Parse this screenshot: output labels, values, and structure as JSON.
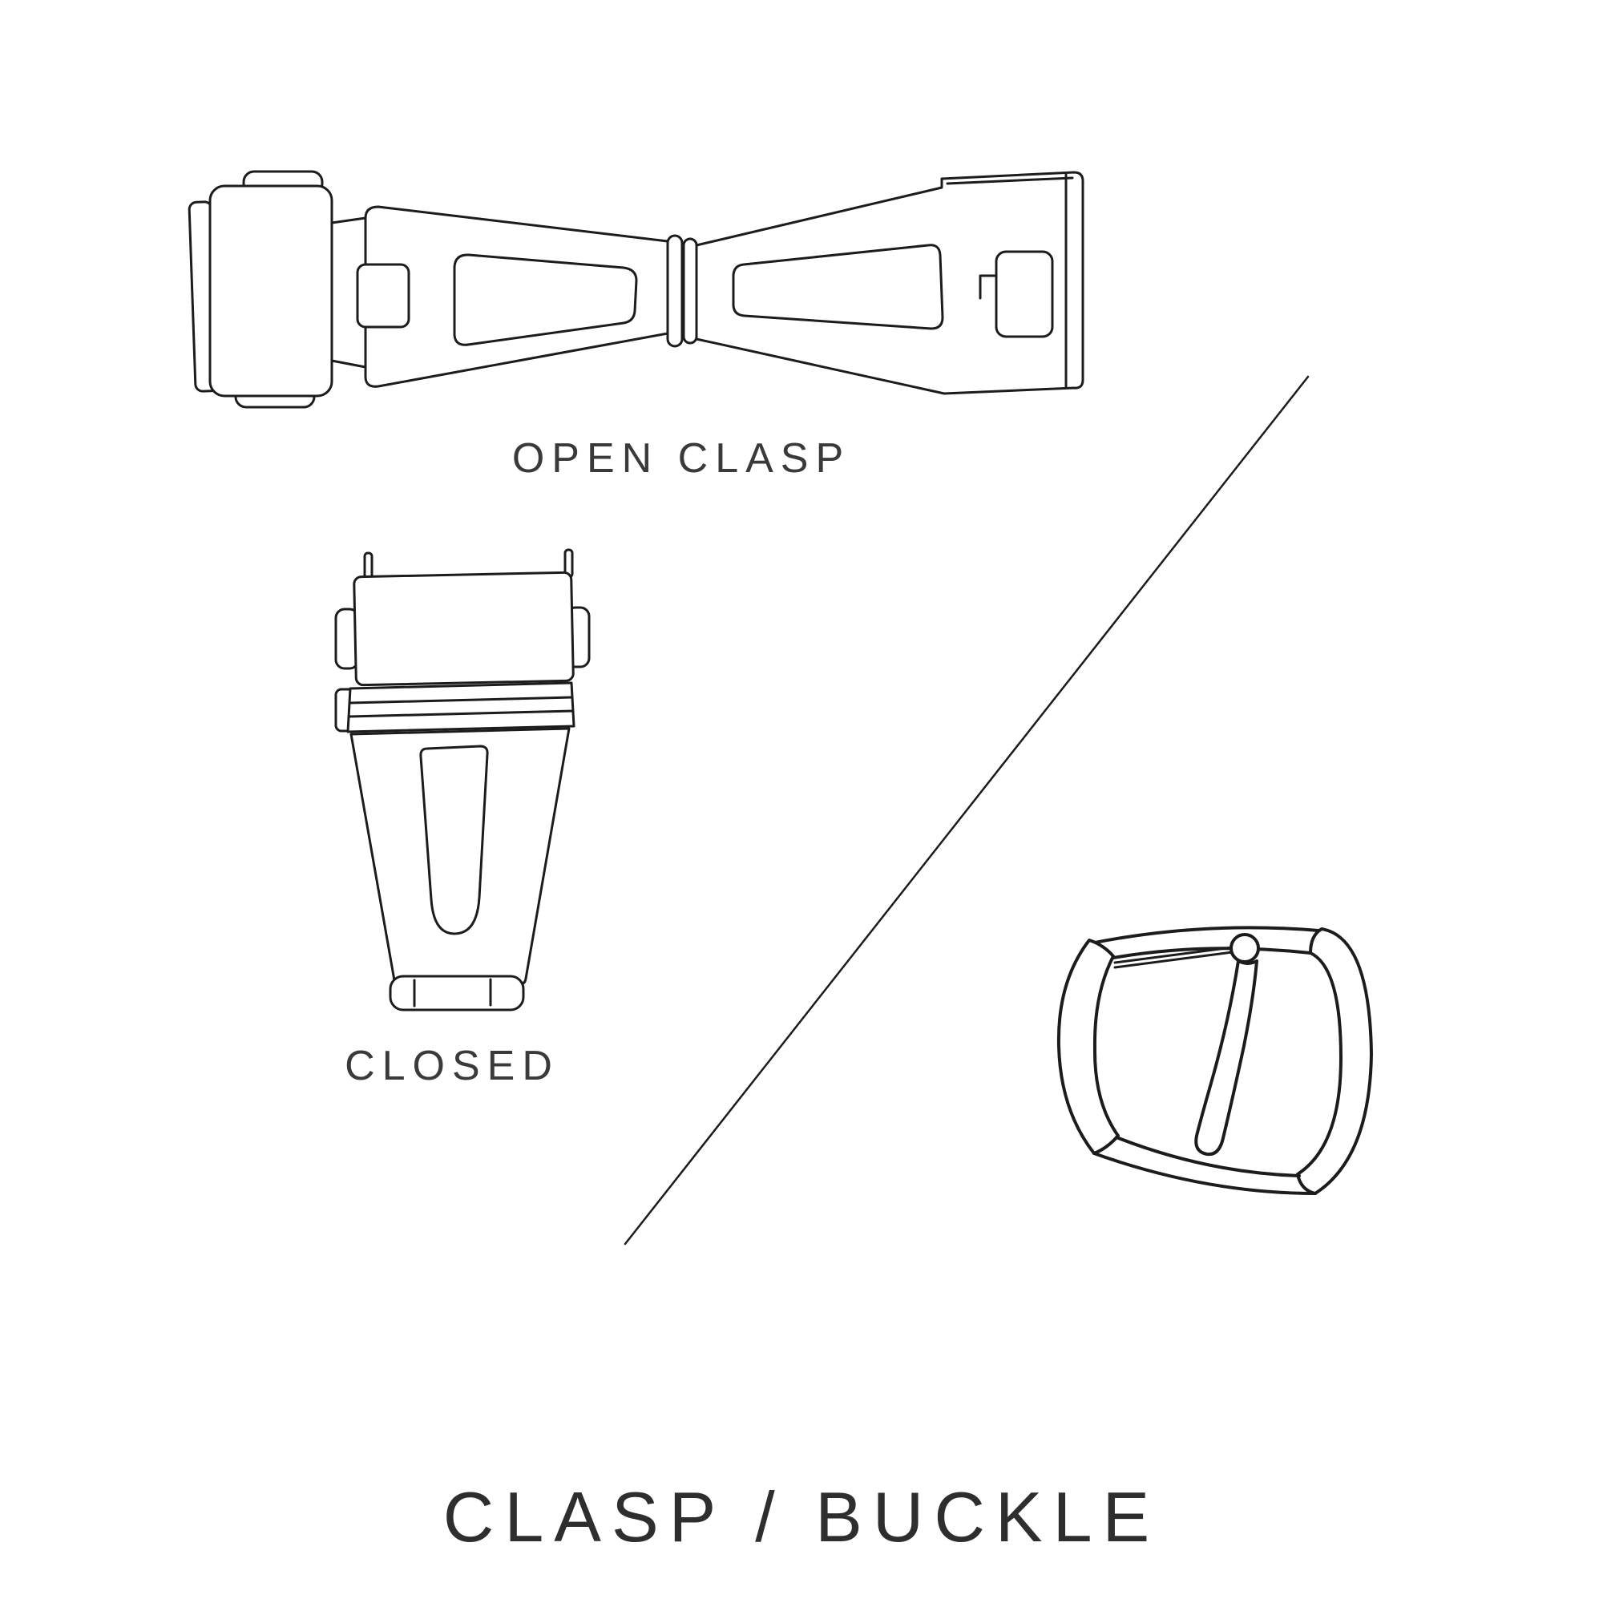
{
  "diagram": {
    "title": "CLASP / BUCKLE",
    "captions": {
      "open_clasp": "OPEN CLASP",
      "closed": "CLOSED"
    },
    "colors": {
      "background": "#ffffff",
      "line": "#1c1c1c",
      "text": "#3a3a3a"
    }
  }
}
